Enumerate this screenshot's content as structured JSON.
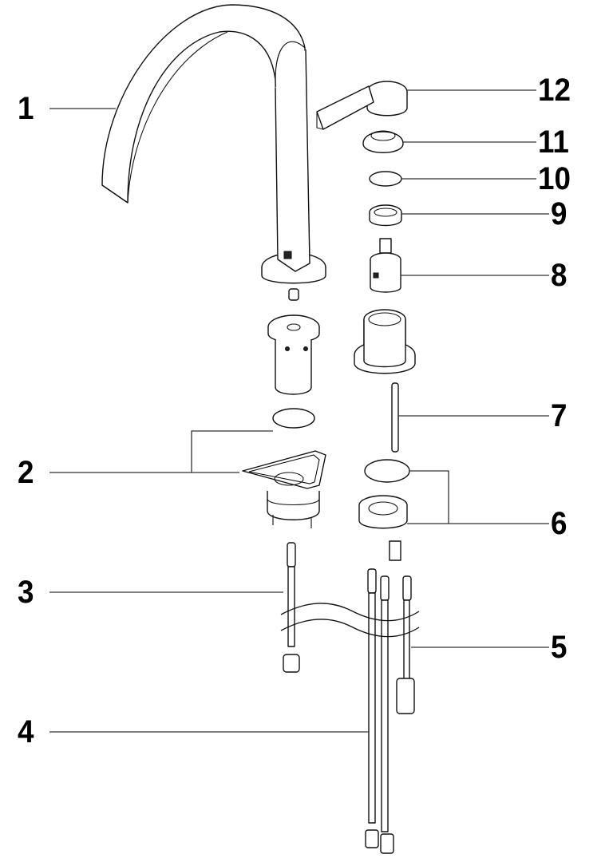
{
  "diagram": {
    "type": "exploded-parts-view",
    "subject": "two-hole basin faucet with lever handle",
    "callouts": [
      {
        "number": "1",
        "part": "spout"
      },
      {
        "number": "2",
        "part": "spout mounting set with o-ring and triangular gasket"
      },
      {
        "number": "3",
        "part": "flexible hose (spout)"
      },
      {
        "number": "4",
        "part": "flexible hoses (supply)"
      },
      {
        "number": "5",
        "part": "flexible hose with connector"
      },
      {
        "number": "6",
        "part": "mixer body mounting set with o-ring"
      },
      {
        "number": "7",
        "part": "threaded rod"
      },
      {
        "number": "8",
        "part": "cartridge"
      },
      {
        "number": "9",
        "part": "cartridge nut"
      },
      {
        "number": "10",
        "part": "o-ring"
      },
      {
        "number": "11",
        "part": "cover cap"
      },
      {
        "number": "12",
        "part": "lever handle"
      }
    ]
  }
}
